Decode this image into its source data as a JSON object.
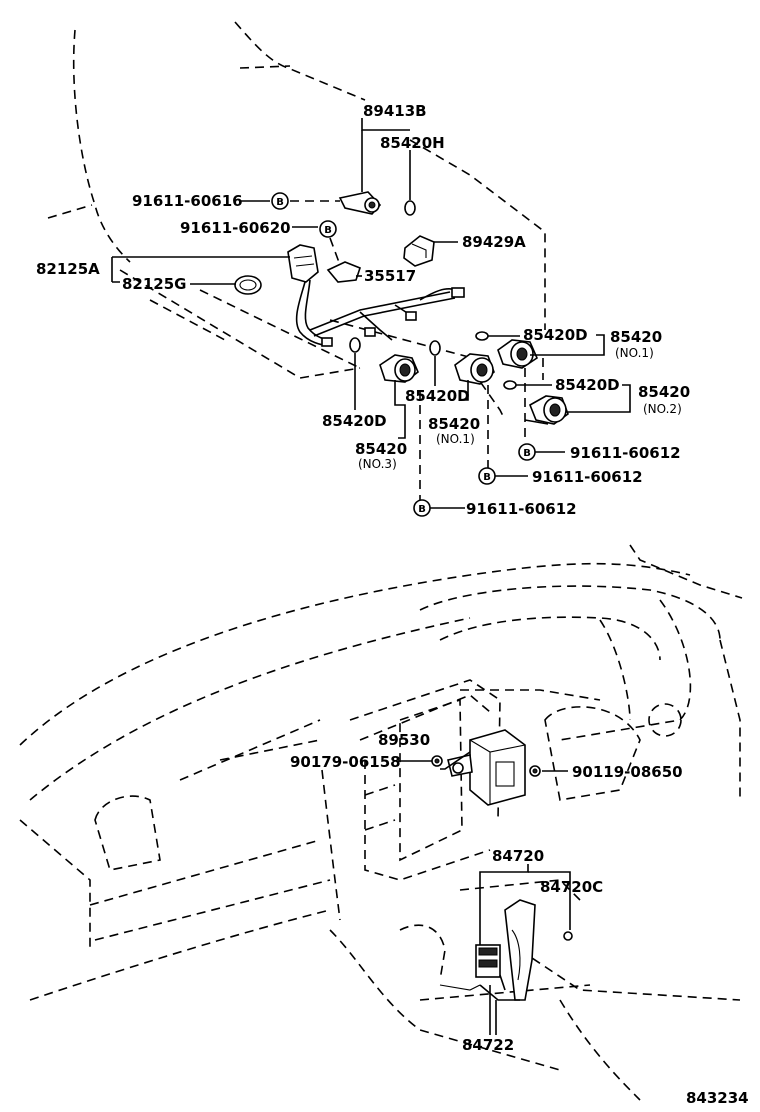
{
  "labels": {
    "p89413B": "89413B",
    "p85420H": "85420H",
    "p91611_60616": "91611-60616",
    "p91611_60620": "91611-60620",
    "p89429A": "89429A",
    "p82125A": "82125A",
    "p82125G": "82125G",
    "p35517": "35517",
    "p85420D_a": "85420D",
    "p85420_a": "85420",
    "no1_a": "(NO.1)",
    "p85420D_b": "85420D",
    "p85420_b": "85420",
    "no2": "(NO.2)",
    "p85420D_c": "85420D",
    "p85420D_d": "85420D",
    "p85420_c": "85420",
    "no1_b": "(NO.1)",
    "p85420_d": "85420",
    "no3": "(NO.3)",
    "p91611_60612_a": "91611-60612",
    "p91611_60612_b": "91611-60612",
    "p91611_60612_c": "91611-60612",
    "p89530": "89530",
    "p90179_06158": "90179-06158",
    "p90119_08650": "90119-08650",
    "p84720": "84720",
    "p84720C": "84720C",
    "p84722": "84722",
    "drawing_no": "843234"
  },
  "bolt_marker": "B"
}
